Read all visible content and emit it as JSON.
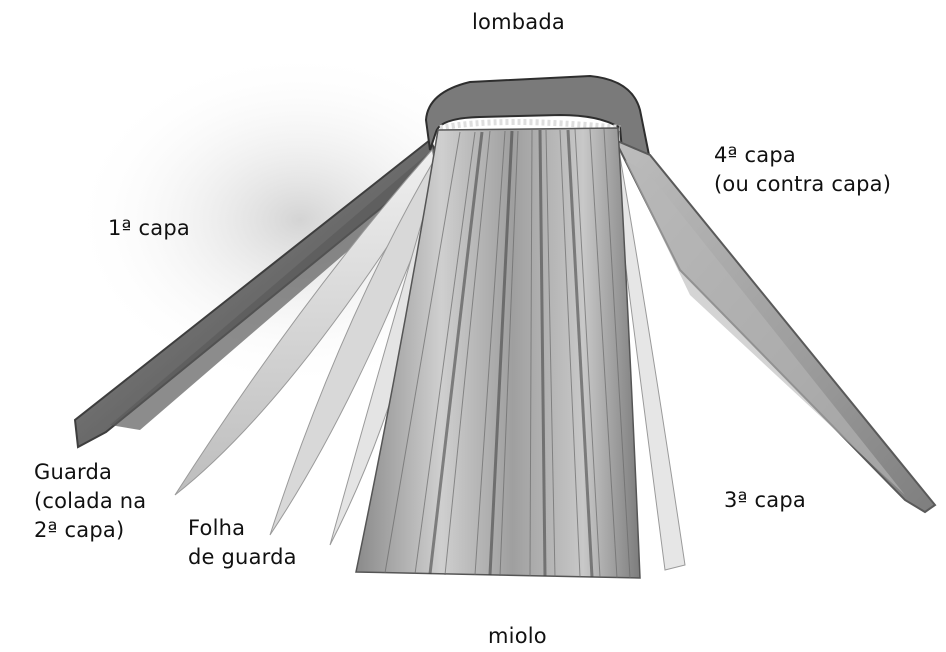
{
  "labels": {
    "spine": "lombada",
    "front_cover": "1ª capa",
    "back_cover": "4ª capa\n(ou contra capa)",
    "endpaper_pasted": "Guarda\n(colada na\n2ª capa)",
    "flyleaf": "Folha\nde guarda",
    "inside_back_cover": "3ª capa",
    "text_block": "miolo"
  },
  "colors": {
    "background": "#ffffff",
    "cover_dark": "#5a5a5a",
    "cover_light": "#a9a9a9",
    "paper_light": "#d4d4d4",
    "paper_dark": "#7a7a7a",
    "text": "#111111"
  }
}
